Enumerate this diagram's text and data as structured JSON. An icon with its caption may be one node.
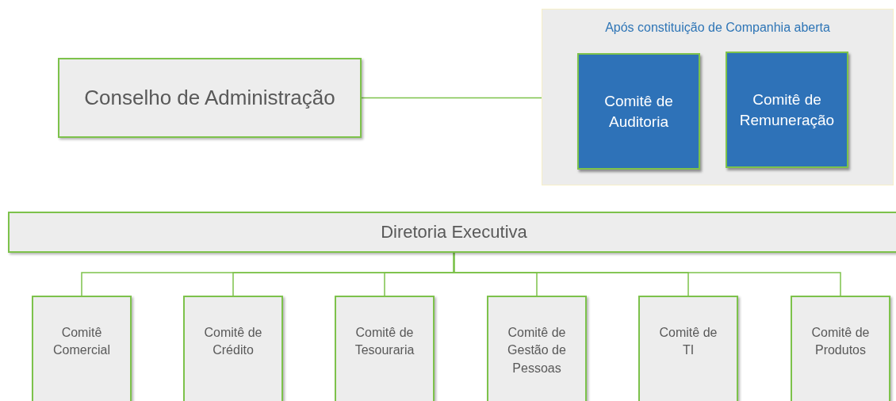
{
  "diagram": {
    "nodes": [
      {
        "text": [
          "Conselho de Administração"
        ]
      },
      {
        "text": [
          "Após constituição de Companhia aberta"
        ]
      },
      {
        "text": [
          "Comitê de Auditoria"
        ],
        "in": 1
      },
      {
        "text": [
          "Comitê de Remuneração"
        ],
        "in": 1
      },
      {
        "text": [
          "Diretoria Executiva"
        ]
      },
      {
        "text": [
          "Comitê Comercial"
        ]
      },
      {
        "text": [
          "Comitê de Crédito"
        ]
      },
      {
        "text": [
          "Comitê de Tesouraria"
        ]
      },
      {
        "text": [
          "Comitê de Gestão de Pessoas"
        ]
      },
      {
        "text": [
          "Comitê de TI"
        ]
      },
      {
        "text": [
          "Comitê de Produtos"
        ]
      }
    ],
    "edges": [
      {
        "from": 0,
        "to": 1,
        "arrow": "none"
      },
      {
        "from": 4,
        "to": 5,
        "arrow": "none"
      },
      {
        "from": 4,
        "to": 6,
        "arrow": "none"
      },
      {
        "from": 4,
        "to": 7,
        "arrow": "none"
      },
      {
        "from": 4,
        "to": 8,
        "arrow": "none"
      },
      {
        "from": 4,
        "to": 9,
        "arrow": "none"
      },
      {
        "from": 4,
        "to": 10,
        "arrow": "none"
      }
    ]
  }
}
